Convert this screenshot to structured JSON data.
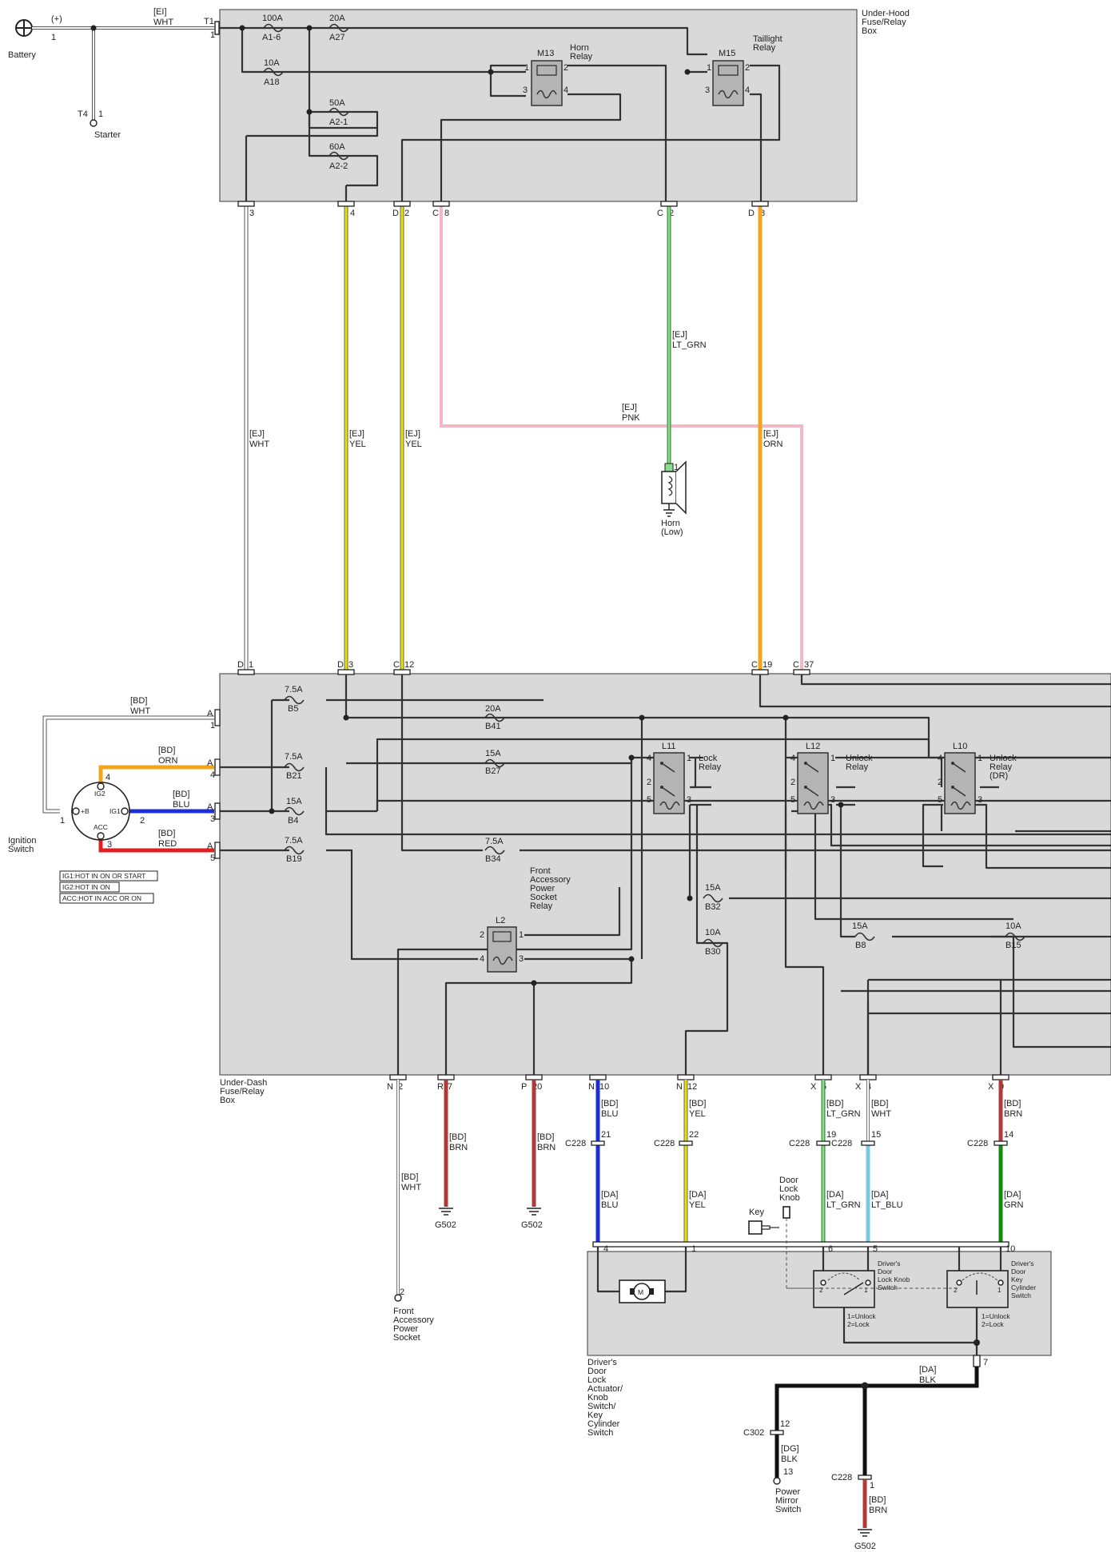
{
  "battery": {
    "label": "Battery",
    "polarity": "(+)",
    "pin": "1"
  },
  "starter": {
    "connector": "T4",
    "pin": "1",
    "label": "Starter"
  },
  "main_feed": {
    "harness": "[EI]",
    "color_name": "WHT",
    "connector": "T1",
    "pin": "1"
  },
  "under_hood_box": {
    "label": [
      "Under-Hood",
      "Fuse/Relay",
      "Box"
    ]
  },
  "under_dash_box": {
    "label": [
      "Under-Dash",
      "Fuse/Relay",
      "Box"
    ]
  },
  "fuses": [
    {
      "id": "uh1",
      "rating": "100A",
      "name": "A1-6"
    },
    {
      "id": "uh2",
      "rating": "20A",
      "name": "A27"
    },
    {
      "id": "uh3",
      "rating": "10A",
      "name": "A18"
    },
    {
      "id": "uh4",
      "rating": "50A",
      "name": "A2-1"
    },
    {
      "id": "uh5",
      "rating": "60A",
      "name": "A2-2"
    },
    {
      "id": "ud1",
      "rating": "7.5A",
      "name": "B5"
    },
    {
      "id": "ud2",
      "rating": "20A",
      "name": "B41"
    },
    {
      "id": "ud3",
      "rating": "7.5A",
      "name": "B21"
    },
    {
      "id": "ud4",
      "rating": "15A",
      "name": "B27"
    },
    {
      "id": "ud5",
      "rating": "15A",
      "name": "B4"
    },
    {
      "id": "ud6",
      "rating": "7.5A",
      "name": "B19"
    },
    {
      "id": "ud7",
      "rating": "7.5A",
      "name": "B34"
    },
    {
      "id": "ud8",
      "rating": "15A",
      "name": "B32"
    },
    {
      "id": "ud9",
      "rating": "10A",
      "name": "B30"
    },
    {
      "id": "ud10",
      "rating": "15A",
      "name": "B8"
    },
    {
      "id": "ud11",
      "rating": "10A",
      "name": "B15"
    }
  ],
  "relays": [
    {
      "id": "M13",
      "label": [
        "Horn",
        "Relay"
      ],
      "pins": [
        "1",
        "2",
        "3",
        "4"
      ]
    },
    {
      "id": "M15",
      "label": [
        "Taillight",
        "Relay"
      ],
      "pins": [
        "1",
        "2",
        "3",
        "4"
      ]
    },
    {
      "id": "L11",
      "label": [
        "Lock",
        "Relay"
      ],
      "pins": [
        "4",
        "1",
        "2",
        "5",
        "3"
      ]
    },
    {
      "id": "L12",
      "label": [
        "Unlock",
        "Relay"
      ],
      "pins": [
        "4",
        "1",
        "2",
        "5",
        "3"
      ]
    },
    {
      "id": "L10",
      "label": [
        "Unlock",
        "Relay",
        "(DR)"
      ],
      "pins": [
        "4",
        "1",
        "2",
        "5",
        "3"
      ]
    },
    {
      "id": "L2",
      "label": [
        "Front",
        "Accessory",
        "Power",
        "Socket",
        "Relay"
      ],
      "pins": [
        "2",
        "1",
        "4",
        "3"
      ]
    }
  ],
  "uh_out_pins": [
    {
      "label": "3"
    },
    {
      "label": "4"
    },
    {
      "label": "D",
      "pin": "2"
    },
    {
      "label": "C",
      "pin": "8"
    },
    {
      "label": "C",
      "pin": "2"
    },
    {
      "label": "D",
      "pin": "8"
    }
  ],
  "ud_in_pins": [
    {
      "label": "D",
      "pin": "1"
    },
    {
      "label": "D",
      "pin": "3"
    },
    {
      "label": "C",
      "pin": "12"
    },
    {
      "label": "C",
      "pin": "19"
    },
    {
      "label": "C",
      "pin": "37"
    }
  ],
  "ud_out_pins": [
    {
      "label": "N",
      "pin": "2"
    },
    {
      "label": "R",
      "pin": "7"
    },
    {
      "label": "P",
      "pin": "20"
    },
    {
      "label": "N",
      "pin": "10"
    },
    {
      "label": "N",
      "pin": "12"
    },
    {
      "label": "X",
      "pin": "5"
    },
    {
      "label": "X",
      "pin": "4"
    },
    {
      "label": "X",
      "pin": "9"
    }
  ],
  "wires": [
    {
      "id": "w1",
      "harness": "[EJ]",
      "color_name": "WHT",
      "hex": "#ffffff"
    },
    {
      "id": "w2",
      "harness": "[EJ]",
      "color_name": "YEL",
      "hex": "#e8e200"
    },
    {
      "id": "w3",
      "harness": "[EJ]",
      "color_name": "YEL",
      "hex": "#e8e200"
    },
    {
      "id": "w4",
      "harness": "[EJ]",
      "color_name": "PNK",
      "hex": "#f4b8c4"
    },
    {
      "id": "w5",
      "harness": "[EJ]",
      "color_name": "LT_GRN",
      "hex": "#6cc86c"
    },
    {
      "id": "w6",
      "harness": "[EJ]",
      "color_name": "ORN",
      "hex": "#f2a51c"
    },
    {
      "id": "w7",
      "harness": "[BD]",
      "color_name": "WHT",
      "hex": "#ffffff"
    },
    {
      "id": "w8",
      "harness": "[BD]",
      "color_name": "ORN",
      "hex": "#f2a51c"
    },
    {
      "id": "w9",
      "harness": "[BD]",
      "color_name": "BLU",
      "hex": "#1c2fd4"
    },
    {
      "id": "w10",
      "harness": "[BD]",
      "color_name": "RED",
      "hex": "#e02020"
    },
    {
      "id": "w11",
      "harness": "[BD]",
      "color_name": "WHT",
      "hex": "#ffffff"
    },
    {
      "id": "w12",
      "harness": "[BD]",
      "color_name": "BRN",
      "hex": "#b03a3a"
    },
    {
      "id": "w13",
      "harness": "[BD]",
      "color_name": "BRN",
      "hex": "#b03a3a"
    },
    {
      "id": "w14",
      "harness": "[BD]",
      "color_name": "BLU",
      "hex": "#1c2fd4"
    },
    {
      "id": "w15",
      "harness": "[BD]",
      "color_name": "YEL",
      "hex": "#e8e200"
    },
    {
      "id": "w16",
      "harness": "[BD]",
      "color_name": "LT_GRN",
      "hex": "#6cc86c"
    },
    {
      "id": "w17",
      "harness": "[BD]",
      "color_name": "WHT",
      "hex": "#ffffff"
    },
    {
      "id": "w18",
      "harness": "[BD]",
      "color_name": "BRN",
      "hex": "#b03a3a"
    },
    {
      "id": "w19",
      "harness": "[DA]",
      "color_name": "BLU",
      "hex": "#1c2fd4"
    },
    {
      "id": "w20",
      "harness": "[DA]",
      "color_name": "YEL",
      "hex": "#e8e200"
    },
    {
      "id": "w21",
      "harness": "[DA]",
      "color_name": "LT_GRN",
      "hex": "#6cc86c"
    },
    {
      "id": "w22",
      "harness": "[DA]",
      "color_name": "LT_BLU",
      "hex": "#7cc8dc"
    },
    {
      "id": "w23",
      "harness": "[DA]",
      "color_name": "GRN",
      "hex": "#128a12"
    },
    {
      "id": "w24",
      "harness": "[DA]",
      "color_name": "BLK",
      "hex": "#111111"
    },
    {
      "id": "w25",
      "harness": "[DG]",
      "color_name": "BLK",
      "hex": "#111111"
    },
    {
      "id": "w26",
      "harness": "[BD]",
      "color_name": "BRN",
      "hex": "#b03a3a"
    }
  ],
  "ignition_switch": {
    "label": [
      "Ignition",
      "Switch"
    ],
    "terminals": [
      "IG2",
      "+B",
      "IG1",
      "ACC"
    ],
    "pins": [
      "4",
      "1",
      "2",
      "3"
    ],
    "legend": [
      "IG1:HOT IN ON OR START",
      "IG2:HOT IN ON",
      "ACC:HOT IN ACC OR ON"
    ]
  },
  "ud_ign_pins": [
    {
      "label": "A",
      "pin": "1"
    },
    {
      "label": "A",
      "pin": "4"
    },
    {
      "label": "A",
      "pin": "3"
    },
    {
      "label": "A",
      "pin": "5"
    }
  ],
  "horn": {
    "label": [
      "Horn",
      "(Low)"
    ],
    "pin": "1"
  },
  "grounds": [
    "G502",
    "G502",
    "G502"
  ],
  "c228": {
    "name": "C228",
    "pins": [
      "21",
      "22",
      "19",
      "15",
      "14",
      "1"
    ]
  },
  "c302": {
    "name": "C302",
    "pin": "12"
  },
  "power_socket": {
    "pin": "2",
    "label": [
      "Front",
      "Accessory",
      "Power",
      "Socket"
    ]
  },
  "actuator": {
    "label": [
      "Driver's",
      "Door",
      "Lock",
      "Actuator/",
      "Knob",
      "Switch/",
      "Key",
      "Cylinder",
      "Switch"
    ],
    "pins": [
      "4",
      "1",
      "6",
      "5",
      "10",
      "7"
    ]
  },
  "knob_switch": {
    "label": [
      "Driver's",
      "Door",
      "Lock Knob",
      "Switch"
    ],
    "pins": [
      "2",
      "1"
    ],
    "legend": [
      "1=Unlock",
      "2=Lock"
    ]
  },
  "cyl_switch": {
    "label": [
      "Driver's",
      "Door",
      "Key",
      "Cylinder",
      "Switch"
    ],
    "pins": [
      "2",
      "1"
    ],
    "legend": [
      "1=Unlock",
      "2=Lock"
    ]
  },
  "key": {
    "label": "Key"
  },
  "door_knob": {
    "label": [
      "Door",
      "Lock",
      "Knob"
    ]
  },
  "motor": {
    "symbol": "M"
  },
  "power_mirror": {
    "pin": "13",
    "label": [
      "Power",
      "Mirror",
      "Switch"
    ]
  }
}
